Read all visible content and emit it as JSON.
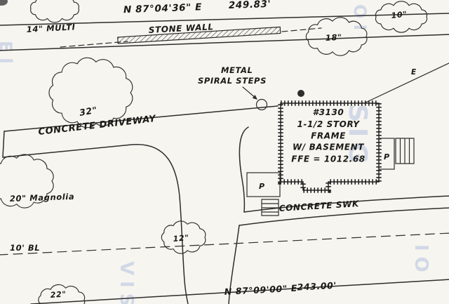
{
  "boundaries": {
    "north": {
      "bearing": "N 87°04'36\" E",
      "distance": "249.83'"
    },
    "south": {
      "bearing": "N 87°09'00\" E",
      "distance": "243.00'"
    }
  },
  "features": {
    "stone_wall": "STONE WALL",
    "building_line": "10' BL",
    "driveway": "CONCRETE DRIVEWAY",
    "sidewalk": "CONCRETE SWK",
    "steps_line1": "METAL",
    "steps_line2": "SPIRAL STEPS",
    "electric": "E"
  },
  "house": {
    "number": "#3130",
    "desc1": "1-1/2 STORY",
    "desc2": "FRAME",
    "desc3": "W/ BASEMENT",
    "ffe": "FFE = 1012.68",
    "porch": "P"
  },
  "trees": {
    "multi": "14\" MULTI",
    "t10": "10\"",
    "t18": "18\"",
    "t32": "32\"",
    "magnolia": "20\" Magnolia",
    "t12": "12\"",
    "t22": "22\""
  },
  "watermark": {
    "w1": "OI",
    "w2": "SIG",
    "w3": "VIS",
    "w4": "IO",
    "w5": "El"
  },
  "colors": {
    "ink": "#2e2d2b",
    "paper": "#f7f5f0",
    "watermark": "#a4b5db"
  }
}
